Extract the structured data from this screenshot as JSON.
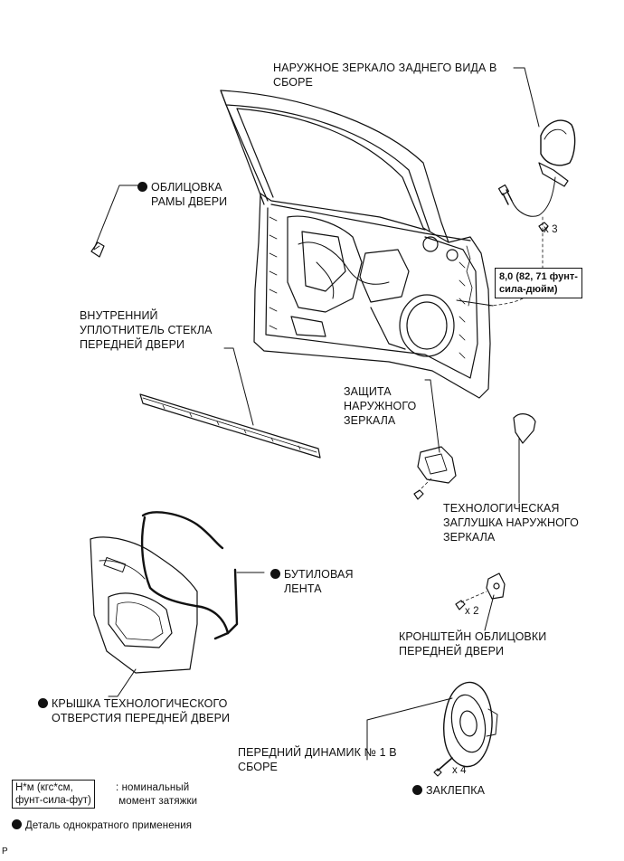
{
  "labels": {
    "mirror_assembly": "НАРУЖНОЕ ЗЕРКАЛО ЗАДНЕГО ВИДА В\nСБОРЕ",
    "frame_garnish": "ОБЛИЦОВКА\nРАМЫ ДВЕРИ",
    "inner_weatherstrip": "ВНУТРЕННИЙ\nУПЛОТНИТЕЛЬ СТЕКЛА\nПЕРЕДНЕЙ ДВЕРИ",
    "mirror_protector": "ЗАЩИТА\nНАРУЖНОГО\nЗЕРКАЛА",
    "mirror_hole_cover": "ТЕХНОЛОГИЧЕСКАЯ\nЗАГЛУШКА НАРУЖНОГО\nЗЕРКАЛА",
    "butyl_tape": "БУТИЛОВАЯ\nЛЕНТА",
    "trim_bracket": "КРОНШТЕЙН ОБЛИЦОВКИ\nПЕРЕДНЕЙ ДВЕРИ",
    "service_hole_cover": "КРЫШКА ТЕХНОЛОГИЧЕСКОГО\nОТВЕРСТИЯ ПЕРЕДНЕЙ ДВЕРИ",
    "speaker": "ПЕРЕДНИЙ ДИНАМИК № 1 В\nСБОРЕ",
    "rivet": "ЗАКЛЕПКА"
  },
  "quantities": {
    "mirror_nuts": "x 3",
    "bracket_screws": "x 2",
    "rivets": "x 4"
  },
  "torque": {
    "mirror": "8,0 (82, 71 фунт-\nсила-дюйм)"
  },
  "legend": {
    "torque_units": "Н*м (кгс*см,\nфунт-сила-фут)",
    "torque_desc": ": номинальный\n момент затяжки",
    "single_use": "Деталь однократного применения"
  },
  "corner_mark": "P"
}
